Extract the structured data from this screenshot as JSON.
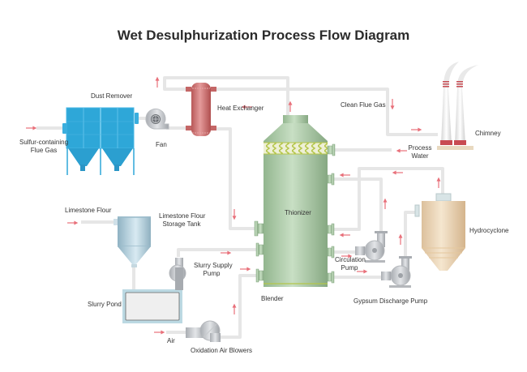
{
  "title": "Wet Desulphurization Process Flow Diagram",
  "labels": {
    "dust_remover": "Dust Remover",
    "sulfur_gas_1": "Sulfur-containing",
    "sulfur_gas_2": "Flue Gas",
    "fan": "Fan",
    "heat_exchanger": "Heat Exchanger",
    "clean_flue_gas": "Clean Flue Gas",
    "chimney": "Chimney",
    "process_water_1": "Process",
    "process_water_2": "Water",
    "thionizer": "Thionizer",
    "hydrocyclone": "Hydrocyclone",
    "limestone_flour": "Limestone Flour",
    "storage_tank_1": "Limestone Flour",
    "storage_tank_2": "Storage Tank",
    "slurry_supply_pump_1": "Slurry Supply",
    "slurry_supply_pump_2": "Pump",
    "circulation_pump_1": "Circulation",
    "circulation_pump_2": "Pump",
    "gypsum_discharge_pump": "Gypsum Discharge Pump",
    "slurry_pond": "Slurry Pond",
    "blender": "Blender",
    "air": "Air",
    "oxidation_air_blowers": "Oxidation Air Blowers"
  },
  "colors": {
    "pipe": "#e6e6e6",
    "arrow": "#e8707a",
    "dust_remover": "#2ea7d8",
    "heat_exchanger": "#c96a6a",
    "thionizer": "#a9c9a4",
    "hydrocyclone": "#ecd6b8",
    "storage_tank": "#aac8d6",
    "chimney_band": "#c84b52"
  }
}
